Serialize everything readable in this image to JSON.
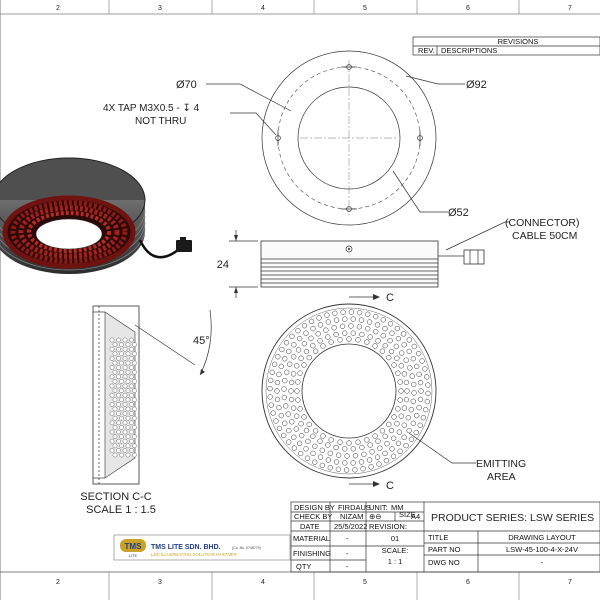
{
  "border": {
    "top_numbers": [
      "2",
      "3",
      "4",
      "5",
      "6",
      "7"
    ],
    "bottom_numbers": [
      "2",
      "3",
      "4",
      "5",
      "6",
      "7"
    ]
  },
  "revisions": {
    "title": "REVISIONS",
    "rev": "REV.",
    "descriptions": "DESCRIPTIONS"
  },
  "dims": {
    "dia70": "Ø70",
    "dia92": "Ø92",
    "dia52": "Ø52",
    "tap_line1": "4X TAP M3X0.5 - ↧ 4",
    "tap_line2": "NOT THRU",
    "connector_line1": "(CONNECTOR)",
    "connector_line2": "CABLE 50CM",
    "height": "24",
    "angle": "45°",
    "section_mark": "C",
    "emitting_line1": "EMITTING",
    "emitting_line2": "AREA"
  },
  "section": {
    "line1": "SECTION C-C",
    "line2": "SCALE 1 : 1.5"
  },
  "logo": {
    "mark": "TMS",
    "sub": "LITE",
    "company": "TMS LITE SDN. BHD.",
    "reg": "(Co. No. 0748779)",
    "tagline": "LED ILLUMINATION SOLUTION PARTNER"
  },
  "title_block": {
    "design_by_label": "DESIGN BY",
    "design_by": "FIRDAUS",
    "check_by_label": "CHECK BY",
    "check_by": "NIZAM",
    "date_label": "DATE",
    "date": "25/5/2022",
    "material_label": "MATERIAL",
    "material": "-",
    "finishing_label": "FINISHING",
    "finishing": "-",
    "qty_label": "QTY",
    "qty": "-",
    "unit_label": "UNIT:",
    "unit": "MM",
    "size_label": "SIZE",
    "size": "A4",
    "revision_label": "REVISION:",
    "revision": "01",
    "scale_label": "SCALE:",
    "scale": "1 : 1",
    "product_series": "PRODUCT SERIES: LSW SERIES",
    "title_label": "TITLE",
    "title": "DRAWING LAYOUT",
    "part_no_label": "PART NO",
    "part_no": "LSW-45-100-4-X-24V",
    "dwg_no_label": "DWG NO",
    "dwg_no": "-"
  }
}
